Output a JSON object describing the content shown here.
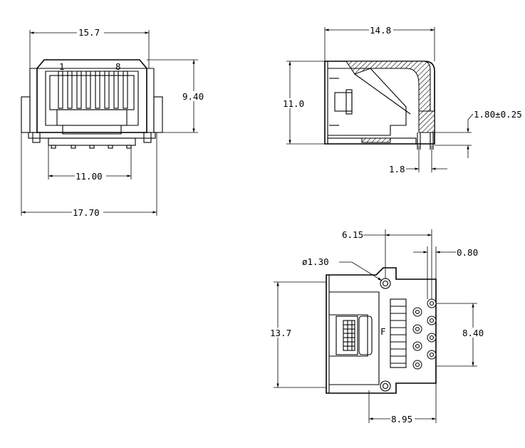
{
  "front_view": {
    "dim_top_width": "15.7",
    "dim_height": "9.40",
    "dim_slot_width": "11.00",
    "dim_overall_width": "17.70",
    "pin_label_first": "1",
    "pin_label_last": "8"
  },
  "side_view": {
    "dim_length": "14.8",
    "dim_height": "11.0",
    "dim_pin_length": "1.80±0.25",
    "dim_pin_pitch": "1.8"
  },
  "bottom_view": {
    "dim_hole_offset": "6.15",
    "dim_hole_diameter": "ø1.30",
    "dim_pin_edge": "0.80",
    "dim_overall_height": "13.7",
    "dim_pin_span": "8.40",
    "dim_bottom_width": "8.95",
    "marker_letter": "F"
  }
}
